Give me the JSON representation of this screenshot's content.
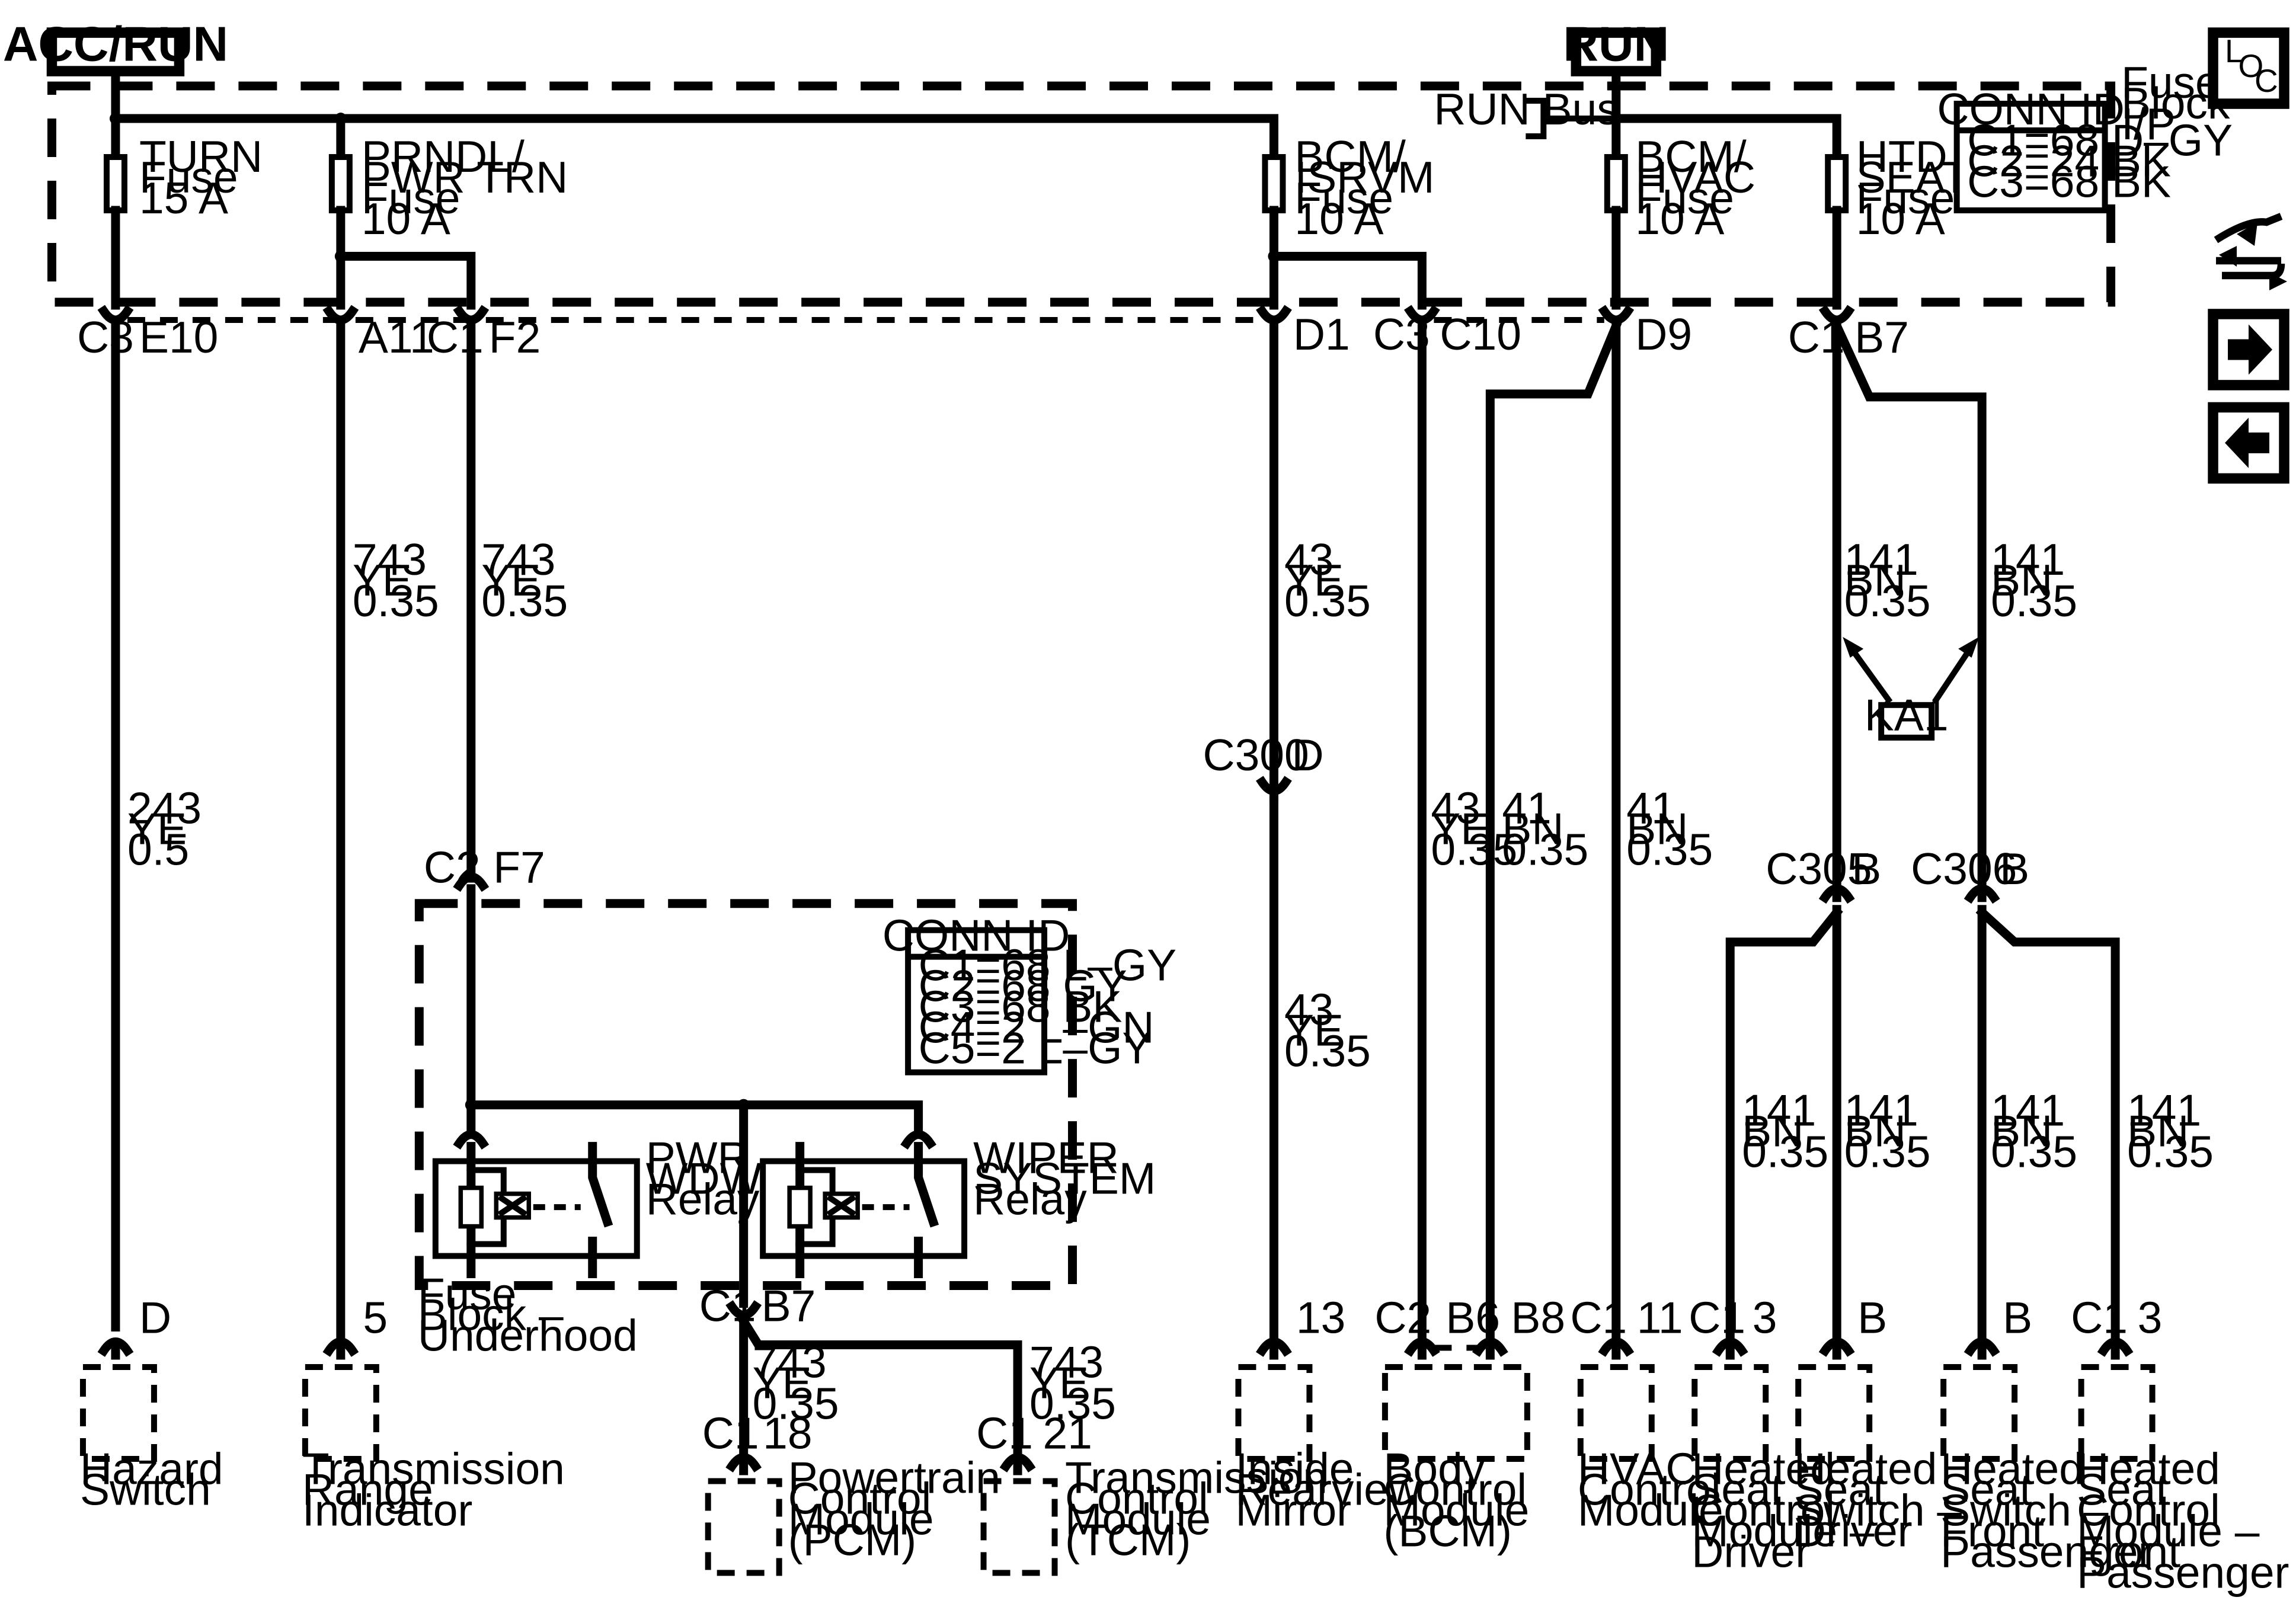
{
  "sources": {
    "acc_run": "ACC/RUN",
    "run": "RUN"
  },
  "run_bus": "RUN Bus",
  "fuse_block_ip": [
    "Fuse",
    "Block –",
    "I/P"
  ],
  "fuse_block_uh": [
    "Fuse",
    "Block –",
    "Underhood"
  ],
  "fuses": [
    {
      "lines": [
        "TURN",
        "Fuse",
        "15 A"
      ]
    },
    {
      "lines": [
        "PRNDL/",
        "PWR TRN",
        "Fuse",
        "10 A"
      ]
    },
    {
      "lines": [
        "BCM/",
        "ISRVM",
        "Fuse",
        "10 A"
      ]
    },
    {
      "lines": [
        "BCM/",
        "HVAC",
        "Fuse",
        "10 A"
      ]
    },
    {
      "lines": [
        "HTD",
        "SEATS",
        "Fuse",
        "10 A"
      ]
    }
  ],
  "conn_id_ip": {
    "title": "CONN ID",
    "rows": [
      "C1=68 D–GY",
      "C2=24 BK",
      "C3=68 BK"
    ]
  },
  "conn_id_uh": {
    "title": "CONN ID",
    "rows": [
      "C1=68 L–GY",
      "C2=68 GY",
      "C3=68 BK",
      "C4=2 L–GN",
      "C5=2 L–GY"
    ]
  },
  "pins_top": {
    "c3": "C3",
    "e10": "E10",
    "a11": "A11",
    "c1a": "C1",
    "f2": "F2",
    "d1": "D1",
    "c3b": "C3",
    "c10": "C10",
    "d9": "D9",
    "c1b": "C1",
    "b7": "B7"
  },
  "pins_mid": {
    "c300": "C300",
    "d": "D",
    "c2": "C2",
    "f7": "F7",
    "c305": "C305",
    "b305": "B",
    "c306": "C306",
    "b306": "B",
    "c1": "C1",
    "b7": "B7"
  },
  "wires": {
    "w243": [
      "243",
      "YE",
      "0.5"
    ],
    "w743a": [
      "743",
      "YE",
      "0.35"
    ],
    "w743b": [
      "743",
      "YE",
      "0.35"
    ],
    "w43a": [
      "43",
      "YE",
      "0.35"
    ],
    "w43b": [
      "43",
      "YE",
      "0.35"
    ],
    "w43c": [
      "43",
      "YE",
      "0.35"
    ],
    "w41a": [
      "41",
      "BN",
      "0.35"
    ],
    "w41b": [
      "41",
      "BN",
      "0.35"
    ],
    "w141a": [
      "141",
      "BN",
      "0.35"
    ],
    "w141b": [
      "141",
      "BN",
      "0.35"
    ],
    "w141c": [
      "141",
      "BN",
      "0.35"
    ],
    "w141d": [
      "141",
      "BN",
      "0.35"
    ],
    "w141e": [
      "141",
      "BN",
      "0.35"
    ],
    "w141f": [
      "141",
      "BN",
      "0.35"
    ],
    "w743c": [
      "743",
      "YE",
      "0.35"
    ],
    "w743d": [
      "743",
      "YE",
      "0.35"
    ]
  },
  "splice": "KA1",
  "relays": {
    "pwr_wdw": [
      "PWR",
      "WDW",
      "Relay"
    ],
    "wiper": [
      "WIPER",
      "SYSTEM",
      "Relay"
    ]
  },
  "components": [
    {
      "pin": "D",
      "lines": [
        "Hazard",
        "Switch"
      ]
    },
    {
      "pin": "5",
      "lines": [
        "Transmission",
        "Range",
        "Indicator"
      ]
    },
    {
      "conn": "C1",
      "pin": "18",
      "lines": [
        "Powertrain",
        "Control",
        "Module",
        "(PCM)"
      ]
    },
    {
      "conn": "C1",
      "pin": "21",
      "lines": [
        "Transmission",
        "Control",
        "Module",
        "(TCM)"
      ]
    },
    {
      "pin": "13",
      "lines": [
        "Inside",
        "Rearview",
        "Mirror"
      ]
    },
    {
      "conn": "C2",
      "pin": "B6",
      "pin2": "B8",
      "lines": [
        "Body",
        "Control",
        "Module",
        "(BCM)"
      ]
    },
    {
      "conn": "C1",
      "pin": "11",
      "lines": [
        "HVAC",
        "Control",
        "Module"
      ]
    },
    {
      "conn": "C1",
      "pin": "3",
      "lines": [
        "Heated",
        "Seat",
        "Control",
        "Module –",
        "Driver"
      ]
    },
    {
      "pin": "B",
      "lines": [
        "Heated",
        "Seat",
        "Switch –",
        "Driver"
      ]
    },
    {
      "pin": "B",
      "lines": [
        "Heated",
        "Seat",
        "Switch –",
        "Front",
        "Passenger"
      ]
    },
    {
      "conn": "C1",
      "pin": "3",
      "lines": [
        "Heated",
        "Seat",
        "Control",
        "Module –",
        "Front",
        "Passenger"
      ]
    }
  ],
  "nav": {
    "loc_l": "L",
    "loc_o": "O",
    "loc_c": "C",
    "icons": [
      "connector-swap-icon",
      "arrow-right-icon",
      "arrow-left-icon"
    ]
  }
}
